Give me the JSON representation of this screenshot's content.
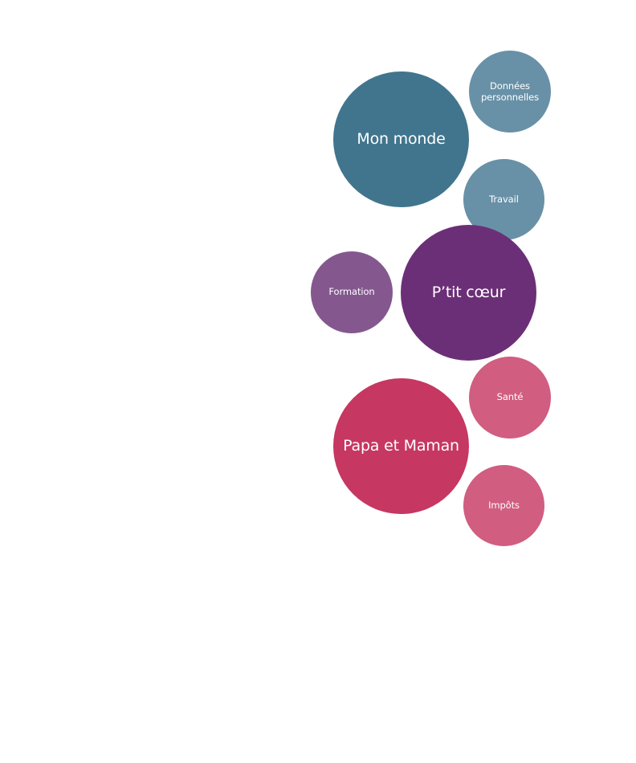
{
  "bubbles": {
    "mon_monde": {
      "label": "Mon monde",
      "color": "#41758E"
    },
    "donnees_personnelles": {
      "label_line1": "Données",
      "label_line2": "personnelles",
      "color": "#6891A7"
    },
    "travail": {
      "label": "Travail",
      "color": "#6891A7"
    },
    "ptit_coeur": {
      "label": "P’tit cœur",
      "color": "#6B2F77"
    },
    "formation": {
      "label": "Formation",
      "color": "#84588F"
    },
    "sante": {
      "label": "Santé",
      "color": "#D15D81"
    },
    "papa_et_maman": {
      "label": "Papa et Maman",
      "color": "#C63762"
    },
    "impots": {
      "label": "Impôts",
      "color": "#D15D81"
    }
  }
}
